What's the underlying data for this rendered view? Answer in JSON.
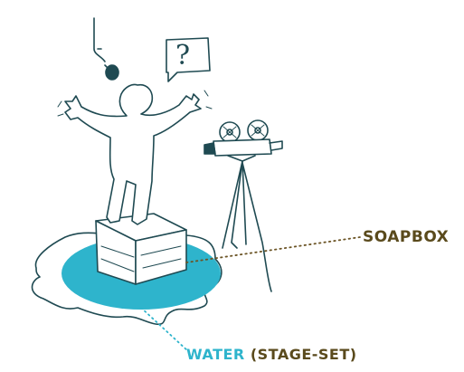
{
  "bubble": {
    "text": "?"
  },
  "labels": {
    "soapbox": "SOAPBOX",
    "water_word": "WATER",
    "water_suffix": "(STAGE-SET)"
  },
  "colors": {
    "ink": "#1f4a52",
    "water": "#2eb4cc",
    "label_brown": "#5a4a1c",
    "leader_brown": "#6b5425"
  }
}
